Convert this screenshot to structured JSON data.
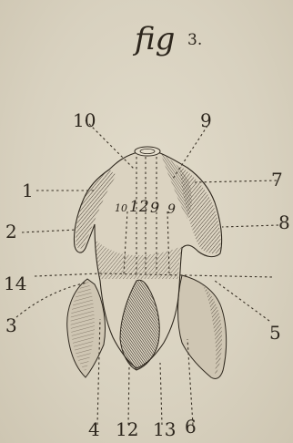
{
  "figure": {
    "title": "fig",
    "number": "3."
  },
  "labels": {
    "l1": "1",
    "l2": "2",
    "l3": "3",
    "l4": "4",
    "l5": "5",
    "l6": "6",
    "l7": "7",
    "l8": "8",
    "l9": "9",
    "l10": "10",
    "l12": "12",
    "l13": "13",
    "l14": "14",
    "inner_10": "10",
    "inner_12": "12",
    "inner_9a": "9",
    "inner_9b": "9"
  },
  "colors": {
    "paper": "#dcd5c3",
    "ink": "#2f281e"
  }
}
